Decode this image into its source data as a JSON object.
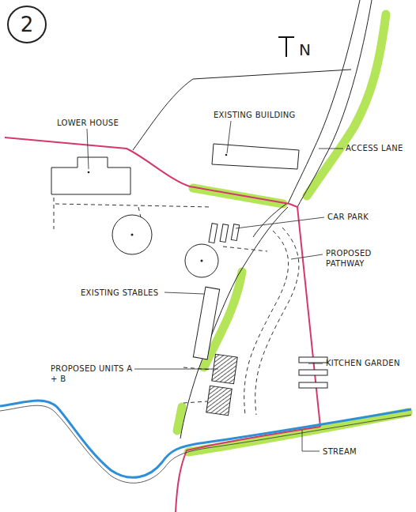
{
  "diagram": {
    "nodes": [
      {
        "text": [
          "2"
        ]
      }
    ],
    "labels": [
      "N",
      "LOWER HOUSE",
      "EXISTING BUILDING",
      "ACCESS LANE",
      "CAR PARK",
      "PROPOSED PATHWAY",
      "EXISTING STABLES",
      "PROPOSED UNITS A + B",
      "KITCHEN GARDEN",
      "STREAM"
    ]
  }
}
